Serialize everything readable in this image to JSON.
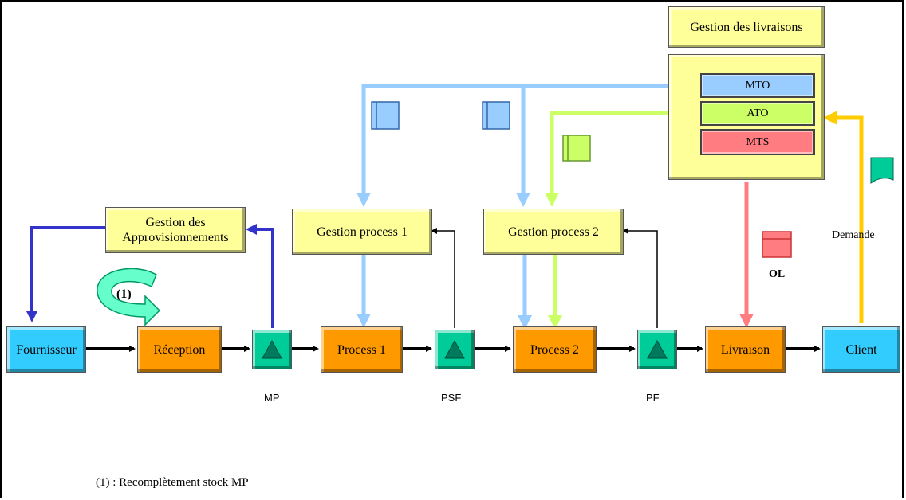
{
  "diagram": {
    "gestion_livraisons": "Gestion des livraisons",
    "modes": [
      "MTO",
      "ATO",
      "MTS"
    ],
    "gestion_appro": [
      "Gestion des",
      "Approvisionnements"
    ],
    "gestion_process_1": "Gestion process 1",
    "gestion_process_2": "Gestion process 2",
    "fournisseur": "Fournisseur",
    "reception": "Réception",
    "process_1": "Process 1",
    "process_2": "Process 2",
    "livraison": "Livraison",
    "client": "Client",
    "stock_mp": "MP",
    "stock_psf": "PSF",
    "stock_pf": "PF",
    "demande": "Demande",
    "ol": "OL",
    "loop_marker": "(1)",
    "footnote": "(1) : Recomplètement stock MP"
  },
  "colors": {
    "mto": "#99ccff",
    "ato": "#ccff66",
    "mts": "#ff7c80",
    "blue_flow": "#3333cc",
    "demand": "#ffcc00",
    "stock": "#00cc99",
    "doc": "#00cc99"
  }
}
